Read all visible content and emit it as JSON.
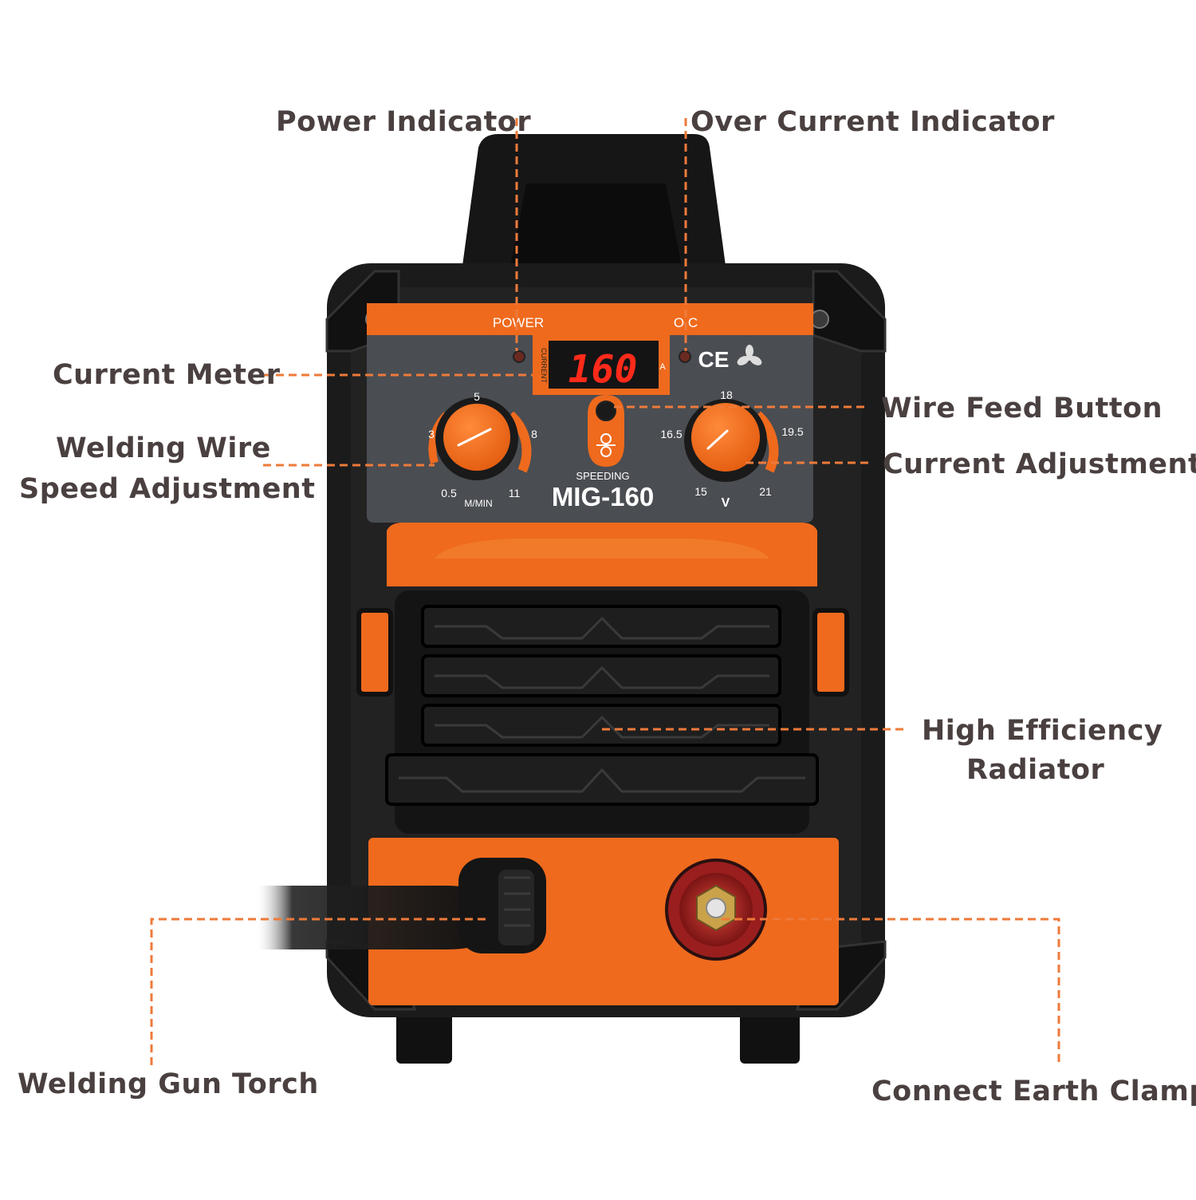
{
  "callouts": {
    "power_indicator": "Power Indicator",
    "over_current_indicator": "Over Current Indicator",
    "current_meter": "Current Meter",
    "welding_wire_speed_line1": "Welding Wire",
    "welding_wire_speed_line2": "Speed Adjustment",
    "wire_feed_button": "Wire Feed Button",
    "current_adjustment": "Current Adjustment",
    "high_efficiency_line1": "High Efficiency",
    "high_efficiency_line2": "Radiator",
    "welding_gun_torch": "Welding Gun Torch",
    "connect_earth_clamp": "Connect Earth Clamp"
  },
  "panel": {
    "power_label": "POWER",
    "oc_label": "O.C",
    "meter_side_label": "CURRENT",
    "meter_value": "160",
    "meter_unit": "A",
    "ce_mark": "CE",
    "speeding_label": "SPEEDING",
    "model": "MIG-160",
    "left_knob": {
      "ticks": [
        "5",
        "3",
        "8",
        "0.5",
        "11"
      ],
      "unit": "M/MIN"
    },
    "right_knob": {
      "ticks": [
        "18",
        "16.5",
        "19.5",
        "15",
        "21"
      ],
      "unit": "V"
    }
  },
  "colors": {
    "accent_orange": "#ef6a1d",
    "leader_line": "#ee7a3a",
    "label_text": "#4a4040",
    "body_black": "#1b1b1b",
    "panel_gray": "#4a4d52",
    "led_red": "#ff2a1a"
  }
}
